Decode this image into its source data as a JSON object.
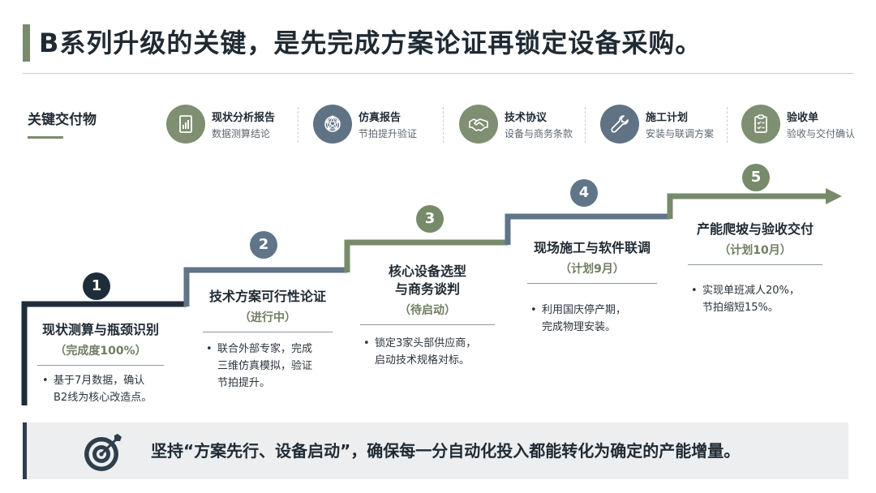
{
  "title": "B系列升级的关键，是先完成方案论证再锁定设备采购。",
  "deliverables": {
    "heading": "关键交付物",
    "items": [
      {
        "name": "现状分析报告",
        "desc": "数据测算结论",
        "icon": "report-chart-icon",
        "color": "#7f8f72"
      },
      {
        "name": "仿真报告",
        "desc": "节拍提升验证",
        "icon": "network-sphere-icon",
        "color": "#5f7384"
      },
      {
        "name": "技术协议",
        "desc": "设备与商务条款",
        "icon": "handshake-icon",
        "color": "#7f8f72"
      },
      {
        "name": "施工计划",
        "desc": "安装与联调方案",
        "icon": "wrench-icon",
        "color": "#5f7384"
      },
      {
        "name": "验收单",
        "desc": "验收与交付确认",
        "icon": "checklist-icon",
        "color": "#7f8f72"
      }
    ]
  },
  "colors": {
    "navy": "#1f2d3a",
    "slate": "#607587",
    "sage": "#778a6a",
    "footer_bg": "#eceef0"
  },
  "stages": [
    {
      "number": "1",
      "title": "现状测算与瓶颈识别",
      "status": "（完成度100%）",
      "bullet": "基于7月数据，确认\nB2线为核心改造点。",
      "color": "#1f2d3a"
    },
    {
      "number": "2",
      "title": "技术方案可行性论证",
      "status": "（进行中）",
      "bullet": "联合外部专家，完成\n三维仿真模拟，验证\n节拍提升。",
      "color": "#607587"
    },
    {
      "number": "3",
      "title": "核心设备选型\n与商务谈判",
      "status": "（待启动）",
      "bullet": "锁定3家头部供应商，\n启动技术规格对标。",
      "color": "#778a6a"
    },
    {
      "number": "4",
      "title": "现场施工与软件联调",
      "status": "（计划9月）",
      "bullet": "利用国庆停产期，\n完成物理安装。",
      "color": "#607587"
    },
    {
      "number": "5",
      "title": "产能爬坡与验收交付",
      "status": "（计划10月）",
      "bullet": "实现单班减人20%，\n节拍缩短15%。",
      "color": "#778a6a"
    }
  ],
  "bullet_symbol": "•",
  "footer": {
    "text": "坚持“方案先行、设备启动”，确保每一分自动化投入都能转化为确定的产能增量。",
    "icon": "target-arrow-icon"
  }
}
